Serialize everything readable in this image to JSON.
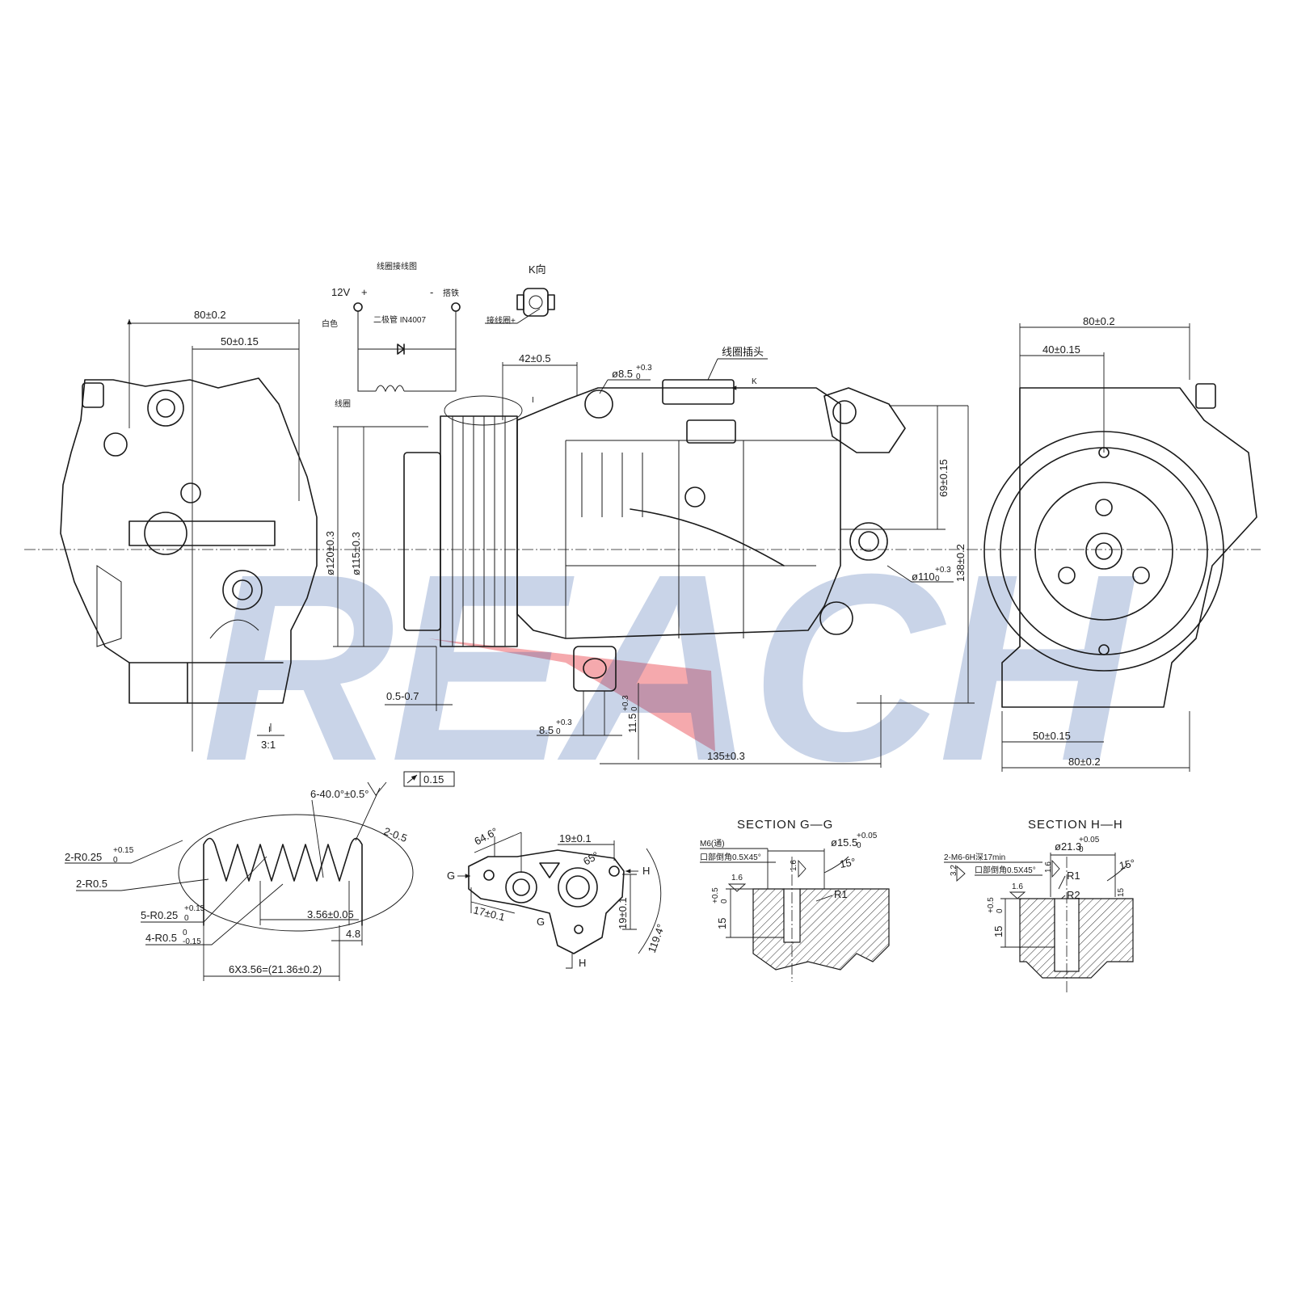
{
  "watermark": {
    "text": "REACH",
    "color": "#2f59a8",
    "accent": "#e8414a"
  },
  "wiring": {
    "title": "线圈接线图",
    "v12": "12V",
    "plus": "+",
    "minus": "-",
    "ground": "搭铁",
    "white": "白色",
    "diode": "二极管 IN4007",
    "coil": "线圈"
  },
  "k_view": {
    "title": "K向",
    "connector_note": "接线圈+"
  },
  "main_view": {
    "coil_plug": "线圈插头",
    "k_mark": "K",
    "i_mark": "I",
    "dims": {
      "d42": "42±0.5",
      "d8_5top": "ø8.5",
      "d8_5top_tol": "+0.3",
      "d8_5top_tol0": "0",
      "d69": "69±0.15",
      "d138": "138±0.2",
      "d110": "ø110",
      "d110_tol": "+0.3",
      "d110_tol0": "0",
      "d120": "ø120±0.3",
      "d115": "ø115±0.3",
      "d05_07": "0.5-0.7",
      "d8_5": "8.5",
      "d8_5_tol": "+0.3",
      "d8_5_tol0": "0",
      "d11_5": "11.5",
      "d11_5_tol": "+0.3",
      "d11_5_tol0": "0",
      "d135": "135±0.3"
    }
  },
  "left_view": {
    "d80": "80±0.2",
    "d50": "50±0.15",
    "detail_mark": "I",
    "scale": "3:1"
  },
  "right_view": {
    "d80top": "80±0.2",
    "d40": "40±0.15",
    "d50": "50±0.15",
    "d80bottom": "80±0.2"
  },
  "pulley_detail": {
    "angle": "6-40.0°±0.5°",
    "runout": "0.15",
    "r2_05": "2-0.5",
    "r025a": "2-R0.25",
    "r025a_tol": "+0.15",
    "r025a_tol0": "0",
    "r05": "2-R0.5",
    "r025b": "5-R0.25",
    "r025b_tol": "+0.15",
    "r025b_tol0": "0",
    "r05b": "4-R0.5",
    "r05b_tol0": "0",
    "r05b_tol": "-0.15",
    "pitch": "3.56±0.05",
    "d48": "4.8",
    "total": "6X3.56=(21.36±0.2)"
  },
  "flange_detail": {
    "a646": "64.6°",
    "d19top": "19±0.1",
    "a65": "65°",
    "g": "G",
    "h": "H",
    "d17": "17±0.1",
    "d19side": "19±0.1",
    "r1194": "119.4°"
  },
  "section_gg": {
    "title": "SECTION",
    "letters": "G—G",
    "m6": "M6(通)",
    "chamfer": "口部倒角0.5X45°",
    "d155": "ø15.5",
    "d155_tol": "+0.05",
    "d155_tol0": "0",
    "a15": "15°",
    "r1": "R1",
    "f16a": "1.6",
    "f16b": "1.6",
    "d15": "15",
    "d15_tol": "+0.5",
    "d15_tol0": "0"
  },
  "section_hh": {
    "title": "SECTION",
    "letters": "H—H",
    "m6": "2-M6-6H深17min",
    "chamfer": "口部倒角0.5X45°",
    "f32": "3.2",
    "d213": "ø21.3",
    "d213_tol": "+0.05",
    "d213_tol0": "0",
    "a15": "15°",
    "r1": "R1",
    "r2": "R2",
    "f16a": "1.6",
    "f16b": "1.6",
    "f15": "15",
    "d15": "15",
    "d15_tol": "+0.5",
    "d15_tol0": "0"
  }
}
